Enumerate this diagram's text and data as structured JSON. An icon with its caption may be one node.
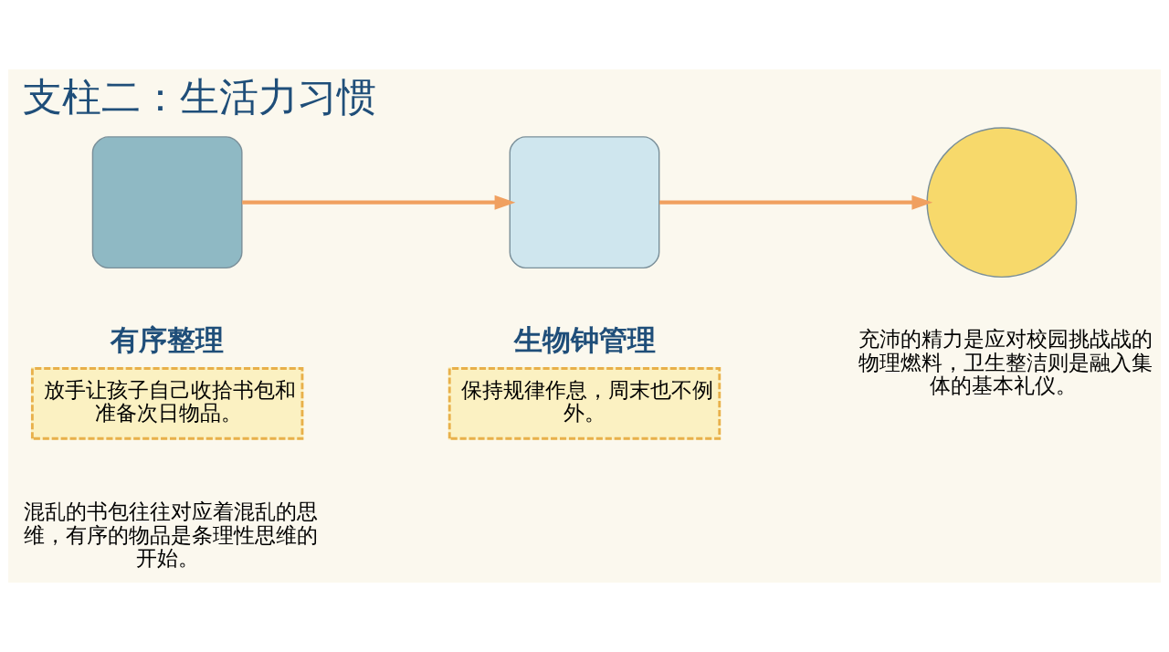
{
  "diagram": {
    "title": "支柱二：生活力习惯",
    "nodes": [
      {
        "text": [],
        "shape": "box"
      },
      {
        "text": [],
        "shape": "box"
      },
      {
        "text": [],
        "shape": "circle",
        "beside": [
          "充沛的精力是应对校园挑战战的物理燃料，卫生整洁则是融入集体的基本礼仪。"
        ]
      },
      {
        "text": [
          "有序整理",
          "放手让孩子自己收拾书包和准备次日物品。"
        ]
      },
      {
        "text": [
          "生物钟管理",
          "保持规律作息，周末也不例外。"
        ]
      }
    ],
    "edges": [
      {
        "from": 0,
        "to": 1,
        "arrow": "to"
      },
      {
        "from": 1,
        "to": 2,
        "arrow": "to"
      }
    ],
    "labels": [
      "混乱的书包往往对应着混乱的思维，有序的物品是条理性思维的开始。"
    ]
  }
}
